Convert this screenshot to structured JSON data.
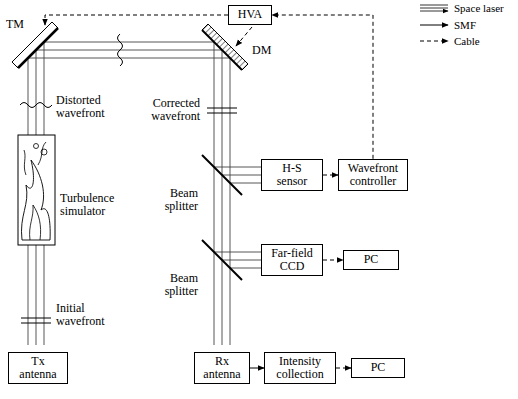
{
  "diagram": {
    "nodes": [
      {
        "text": [
          "HVA"
        ]
      },
      {
        "text": [
          "H-S sensor"
        ]
      },
      {
        "text": [
          "Wavefront controller"
        ]
      },
      {
        "text": [
          "Far-field CCD"
        ]
      },
      {
        "text": [
          "PC"
        ]
      },
      {
        "text": [
          "Tx antenna"
        ]
      },
      {
        "text": [
          "Rx antenna"
        ]
      },
      {
        "text": [
          "Intensity collection"
        ]
      },
      {
        "text": [
          "PC"
        ]
      }
    ],
    "edges": [
      {
        "from": 2,
        "to": 0,
        "arrow": "to"
      },
      {
        "from": 1,
        "to": 2,
        "arrow": "to"
      },
      {
        "from": 3,
        "to": 4,
        "arrow": "to"
      },
      {
        "from": 6,
        "to": 7,
        "arrow": "to"
      },
      {
        "from": 7,
        "to": 8,
        "arrow": "to"
      }
    ],
    "labels": [
      "TM",
      "DM",
      "Distorted wavefront",
      "Corrected wavefront",
      "Turbulence simulator",
      "Initial wavefront",
      "Beam splitter",
      "Beam splitter"
    ],
    "legend": [
      {
        "text": "Space laser"
      },
      {
        "text": "SMF"
      },
      {
        "text": "Cable"
      }
    ]
  }
}
